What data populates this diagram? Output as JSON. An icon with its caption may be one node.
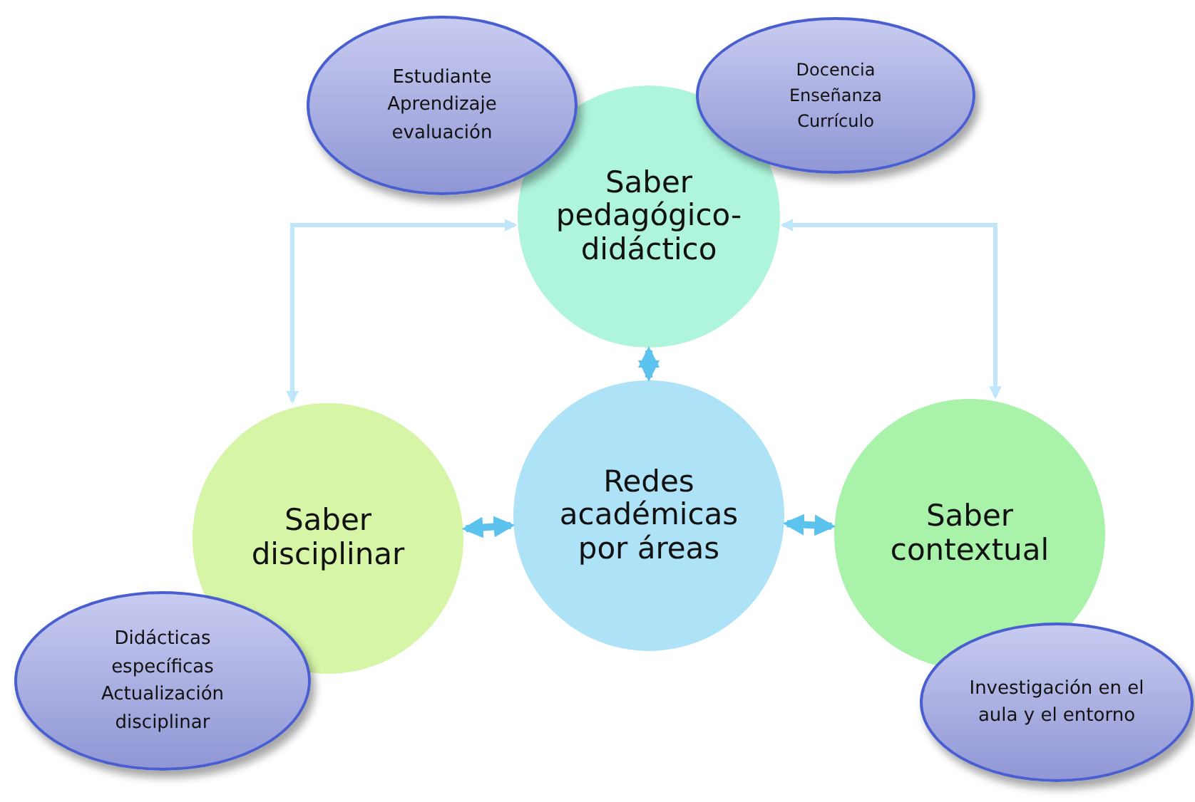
{
  "diagram": {
    "nodes": [
      {
        "text": [
          "Saber pedagógico-didáctico"
        ]
      },
      {
        "text": [
          "Estudiante Aprendizaje evaluación"
        ]
      },
      {
        "text": [
          "Docencia Enseñanza Currículo"
        ]
      },
      {
        "text": [
          "Saber disciplinar"
        ]
      },
      {
        "text": [
          "Redes académicas por áreas"
        ]
      },
      {
        "text": [
          "Saber contextual"
        ]
      },
      {
        "text": [
          "Didácticas específicas Actualización disciplinar"
        ]
      },
      {
        "text": [
          "Investigación en el aula y el entorno"
        ]
      }
    ],
    "edges": [
      {
        "from": 0,
        "to": 4,
        "arrow": "both"
      },
      {
        "from": 4,
        "to": 3,
        "arrow": "both"
      },
      {
        "from": 4,
        "to": 5,
        "arrow": "both"
      },
      {
        "from": 0,
        "to": 3,
        "arrow": "both",
        "color": "#bfe6fb"
      },
      {
        "from": 0,
        "to": 5,
        "arrow": "both",
        "color": "#bfe6fb"
      }
    ]
  }
}
